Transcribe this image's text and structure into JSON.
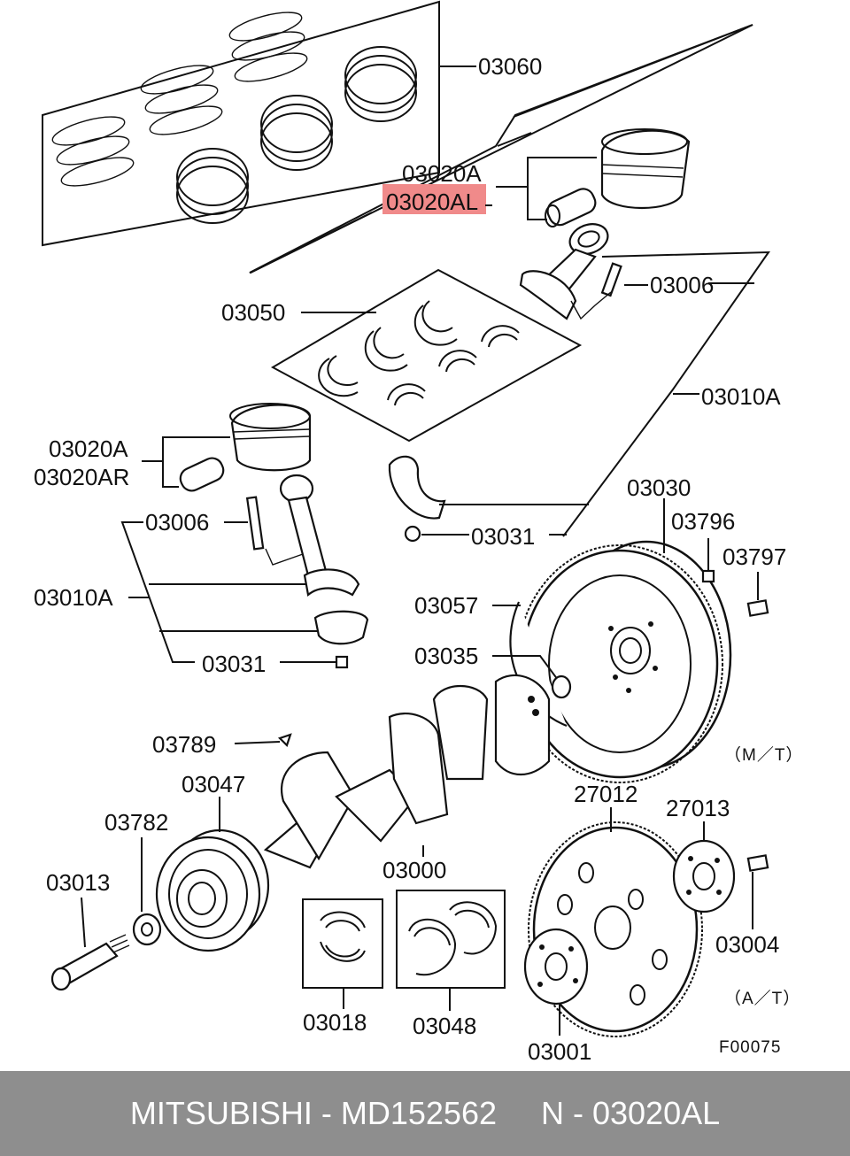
{
  "highlight": {
    "label": "03020AL",
    "color": "#f08a8a"
  },
  "labels": {
    "l_03060": "03060",
    "l_03020A_top": "03020A",
    "l_03006_top": "03006",
    "l_03050": "03050",
    "l_03010A_right": "03010A",
    "l_03020A_left": "03020A",
    "l_03020AR": "03020AR",
    "l_03006_left": "03006",
    "l_03010A_left": "03010A",
    "l_03031_left": "03031",
    "l_03031_right": "03031",
    "l_03030": "03030",
    "l_03796": "03796",
    "l_03797": "03797",
    "l_03057": "03057",
    "l_03035": "03035",
    "l_03789": "03789",
    "l_03047": "03047",
    "l_03782": "03782",
    "l_03013": "03013",
    "l_03000": "03000",
    "l_27012": "27012",
    "l_27013": "27013",
    "l_03004": "03004",
    "l_03018": "03018",
    "l_03048": "03048",
    "l_03001": "03001",
    "mt": "（M／T）",
    "at": "（A／T）",
    "figure_code": "F00075"
  },
  "footer": {
    "text": "MITSUBISHI - MD152562     N - 03020AL"
  },
  "icons": [
    "piston-ring-set",
    "piston",
    "piston-pin",
    "connecting-rod",
    "bearing-shell",
    "crankshaft",
    "flywheel",
    "drive-plate",
    "pulley",
    "bolt"
  ]
}
